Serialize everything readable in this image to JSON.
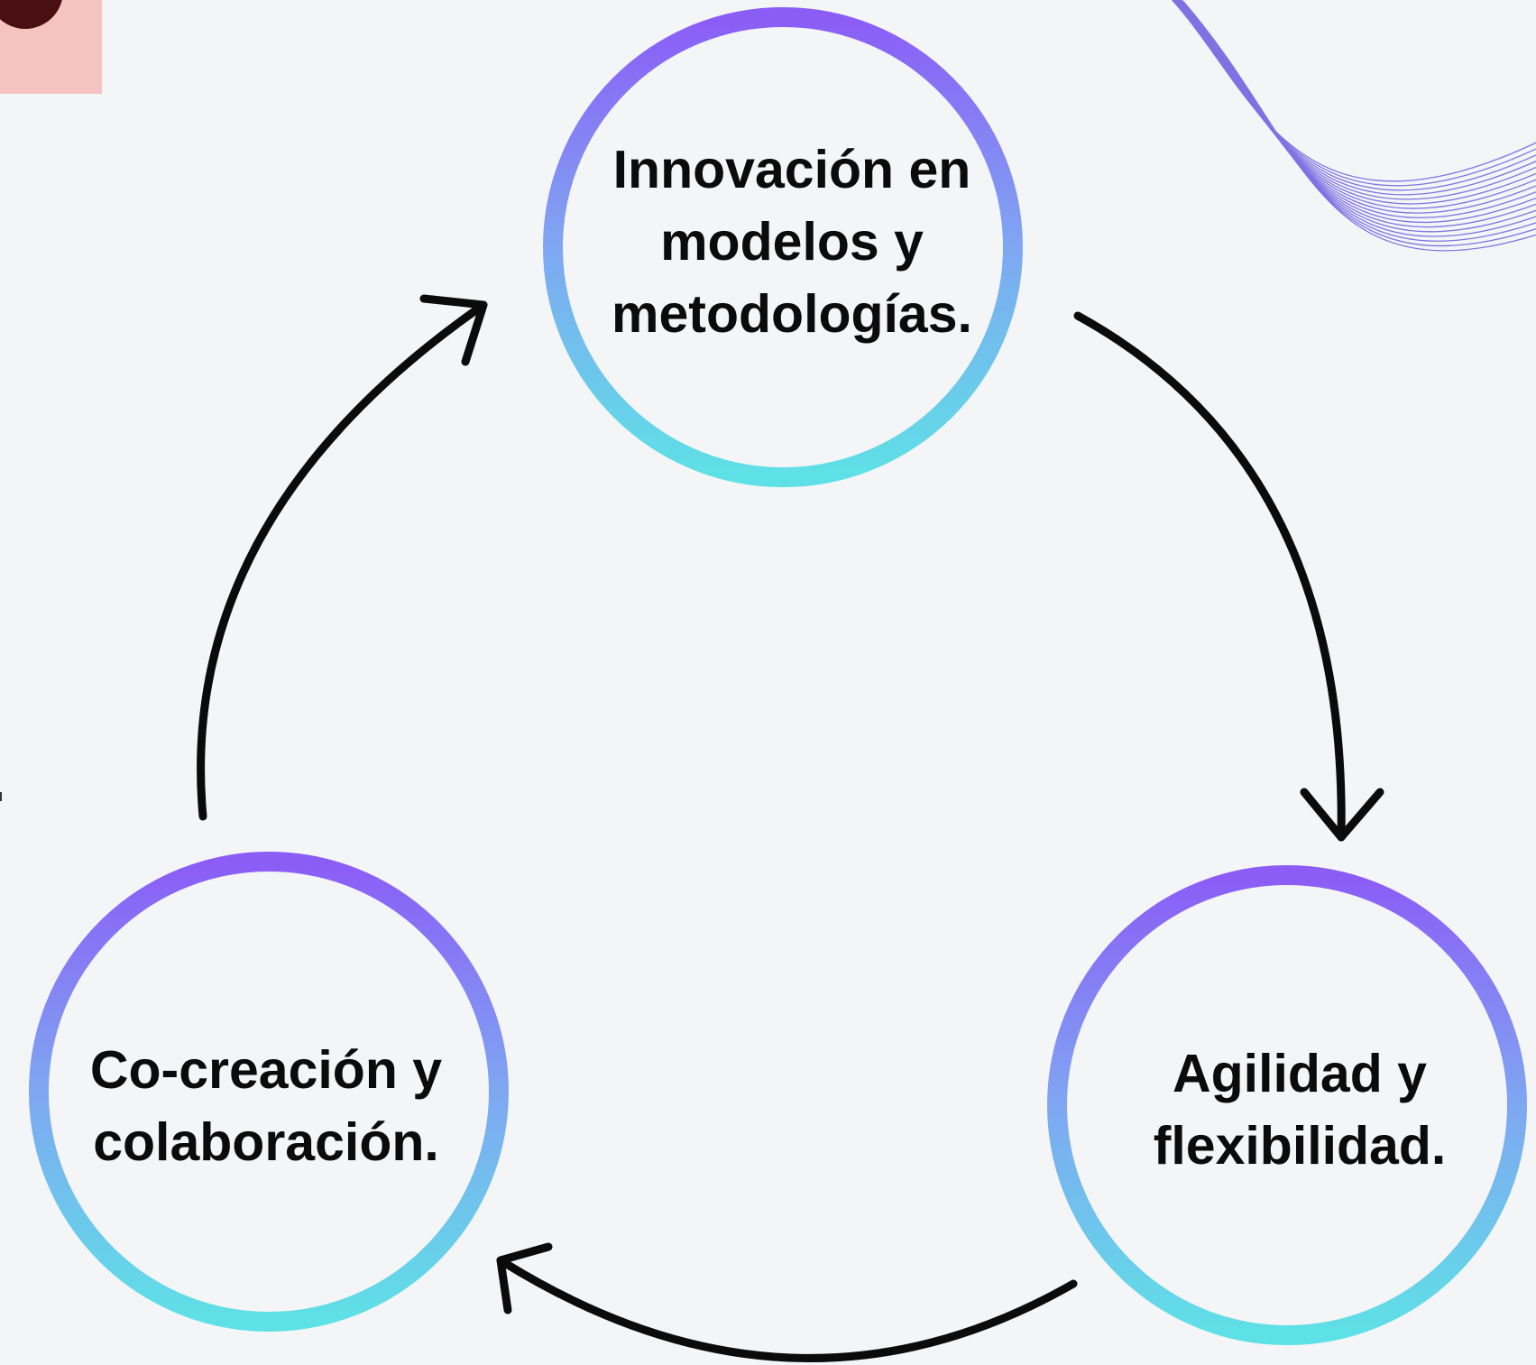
{
  "diagram": {
    "nodes": [
      {
        "id": "top",
        "lines": [
          "Innovación en",
          "modelos y",
          "metodologías."
        ]
      },
      {
        "id": "right",
        "lines": [
          "Agilidad y",
          "flexibilidad."
        ]
      },
      {
        "id": "left",
        "lines": [
          "Co-creación y",
          "colaboración."
        ]
      }
    ],
    "flow": [
      "top",
      "right",
      "left",
      "top"
    ]
  },
  "colors": {
    "background": "#f4f5f6",
    "ring_gradient_top": "#8b5cf6",
    "ring_gradient_bottom": "#5ee1e6",
    "arrow": "#0b0b0b",
    "decor_lines": "#6d5ce0",
    "corner_badge": "#f6c3c3",
    "text": "#0b0b0b"
  }
}
